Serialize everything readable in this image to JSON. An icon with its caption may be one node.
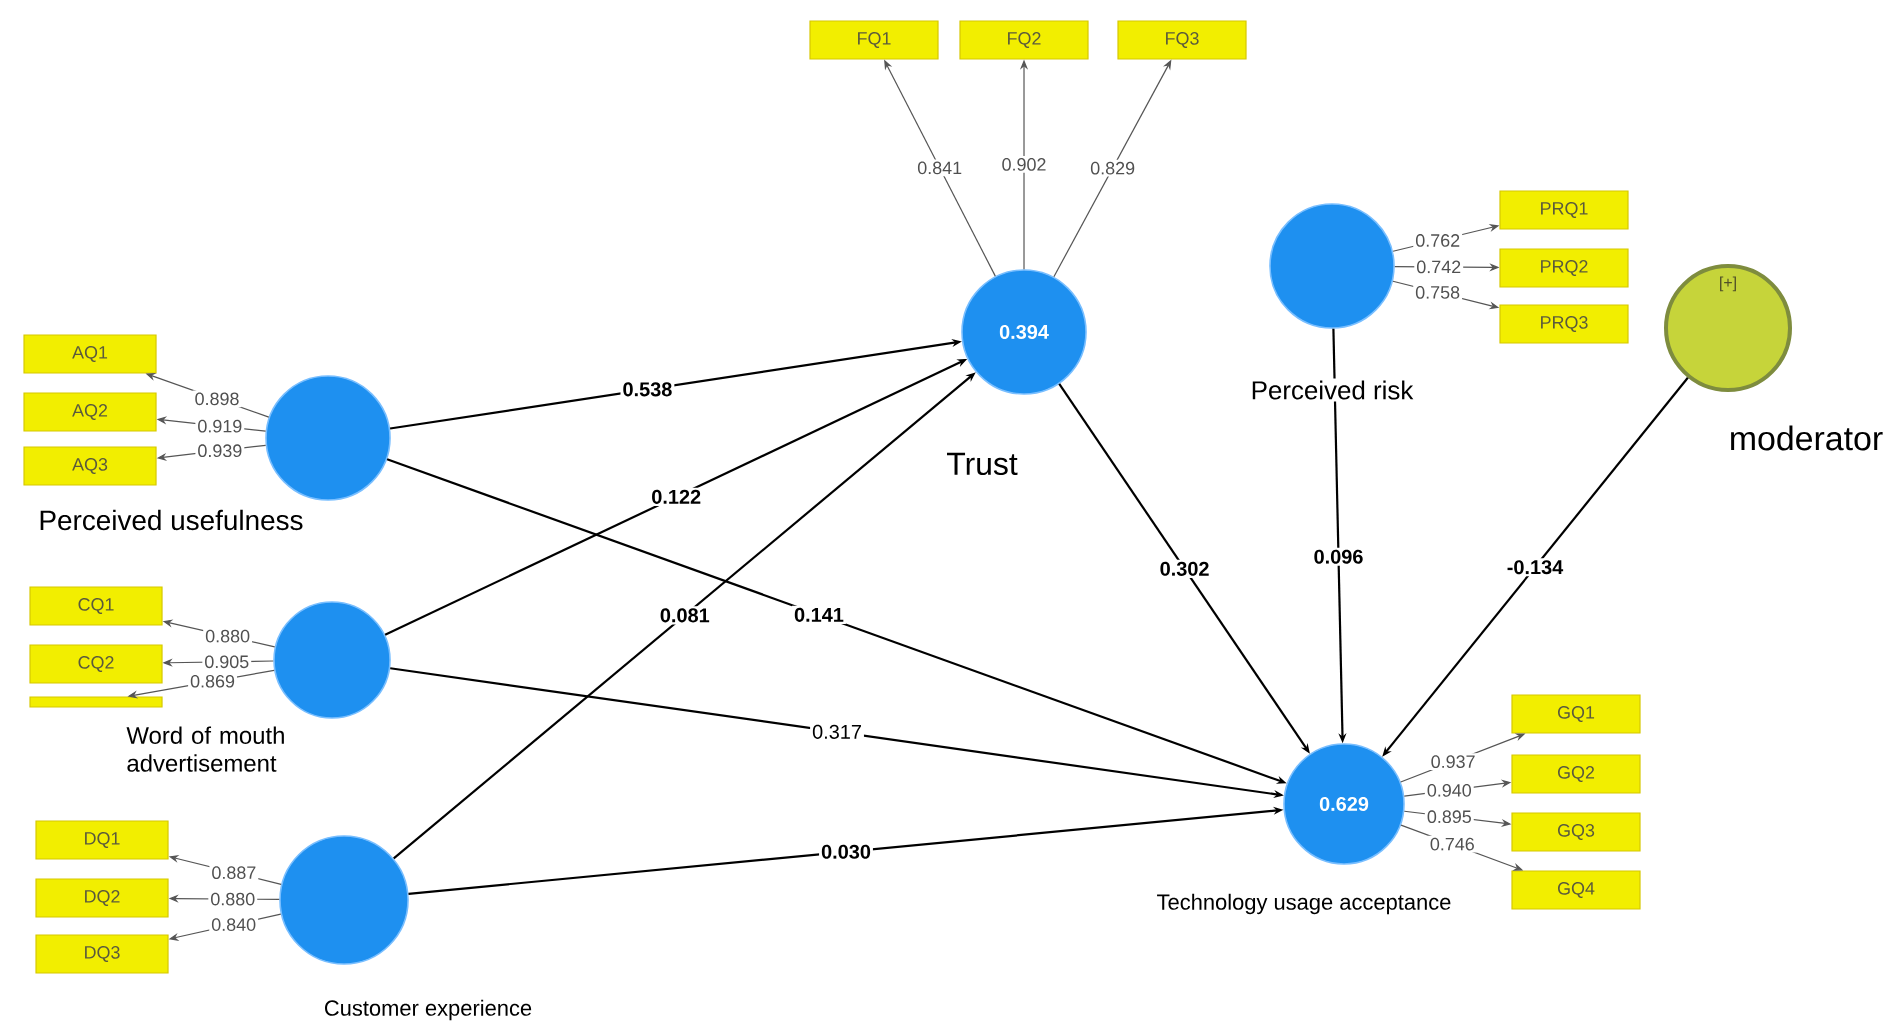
{
  "diagram": {
    "nodes": [
      {
        "text": [
          "AQ1"
        ]
      },
      {
        "text": [
          "AQ2"
        ]
      },
      {
        "text": [
          "AQ3"
        ]
      },
      {
        "text": [],
        "shape": "circle",
        "beside": [
          "Perceived usefulness"
        ]
      },
      {
        "text": [
          "CQ1"
        ]
      },
      {
        "text": [
          "CQ2"
        ]
      },
      {
        "text": [],
        "shape": "box"
      },
      {
        "text": [],
        "shape": "circle",
        "beside": [
          "Word of mouth advertisement"
        ]
      },
      {
        "text": [
          "DQ1"
        ]
      },
      {
        "text": [
          "DQ2"
        ]
      },
      {
        "text": [
          "DQ3"
        ]
      },
      {
        "text": [],
        "shape": "circle",
        "beside": [
          "Customer experience"
        ]
      },
      {
        "text": [
          "FQ1"
        ]
      },
      {
        "text": [
          "FQ2"
        ]
      },
      {
        "text": [
          "FQ3"
        ]
      },
      {
        "text": [
          "0.394"
        ],
        "beside": [
          "Trust"
        ]
      },
      {
        "text": [],
        "shape": "circle",
        "beside": [
          "Perceived risk"
        ]
      },
      {
        "text": [
          "PRQ1"
        ]
      },
      {
        "text": [
          "PRQ2"
        ]
      },
      {
        "text": [
          "PRQ3"
        ]
      },
      {
        "text": [
          "[+]"
        ],
        "beside": [
          "moderator"
        ]
      },
      {
        "text": [
          "0.629"
        ],
        "beside": [
          "Technology usage acceptance"
        ]
      },
      {
        "text": [
          "GQ1"
        ]
      },
      {
        "text": [
          "GQ2"
        ]
      },
      {
        "text": [
          "GQ3"
        ]
      },
      {
        "text": [
          "GQ4"
        ]
      }
    ],
    "edges": [
      {
        "from": 3,
        "to": 0,
        "arrow": "to",
        "label": "0.898"
      },
      {
        "from": 3,
        "to": 1,
        "arrow": "to",
        "label": "0.919"
      },
      {
        "from": 3,
        "to": 2,
        "arrow": "to",
        "label": "0.939"
      },
      {
        "from": 7,
        "to": 4,
        "arrow": "to",
        "label": "0.880"
      },
      {
        "from": 7,
        "to": 5,
        "arrow": "to",
        "label": "0.905"
      },
      {
        "from": 7,
        "to": 6,
        "arrow": "to",
        "label": "0.869"
      },
      {
        "from": 11,
        "to": 8,
        "arrow": "to",
        "label": "0.887"
      },
      {
        "from": 11,
        "to": 9,
        "arrow": "to",
        "label": "0.880"
      },
      {
        "from": 11,
        "to": 10,
        "arrow": "to",
        "label": "0.840"
      },
      {
        "from": 15,
        "to": 12,
        "arrow": "to",
        "label": "0.841"
      },
      {
        "from": 15,
        "to": 13,
        "arrow": "to",
        "label": "0.902"
      },
      {
        "from": 15,
        "to": 14,
        "arrow": "to",
        "label": "0.829"
      },
      {
        "from": 16,
        "to": 17,
        "arrow": "to",
        "label": "0.762"
      },
      {
        "from": 16,
        "to": 18,
        "arrow": "to",
        "label": "0.742"
      },
      {
        "from": 16,
        "to": 19,
        "arrow": "to",
        "label": "0.758"
      },
      {
        "from": 21,
        "to": 22,
        "arrow": "to",
        "label": "0.937"
      },
      {
        "from": 21,
        "to": 23,
        "arrow": "to",
        "label": "0.940"
      },
      {
        "from": 21,
        "to": 24,
        "arrow": "to",
        "label": "0.895"
      },
      {
        "from": 21,
        "to": 25,
        "arrow": "to",
        "label": "0.746"
      },
      {
        "from": 3,
        "to": 15,
        "arrow": "to",
        "label": "0.538",
        "color": "#000000"
      },
      {
        "from": 7,
        "to": 15,
        "arrow": "to",
        "label": "0.122",
        "color": "#000000"
      },
      {
        "from": 11,
        "to": 15,
        "arrow": "to",
        "label": "0.081",
        "color": "#000000"
      },
      {
        "from": 3,
        "to": 21,
        "arrow": "to",
        "label": "0.141",
        "color": "#000000"
      },
      {
        "from": 7,
        "to": 21,
        "arrow": "to",
        "label": "0.317",
        "color": "#000000"
      },
      {
        "from": 11,
        "to": 21,
        "arrow": "to",
        "label": "0.030",
        "color": "#000000"
      },
      {
        "from": 15,
        "to": 21,
        "arrow": "to",
        "label": "0.302",
        "color": "#000000"
      },
      {
        "from": 16,
        "to": 21,
        "arrow": "to",
        "label": "0.096",
        "color": "#000000"
      },
      {
        "from": 20,
        "to": 21,
        "arrow": "to",
        "label": "-0.134",
        "color": "#000000"
      }
    ]
  }
}
